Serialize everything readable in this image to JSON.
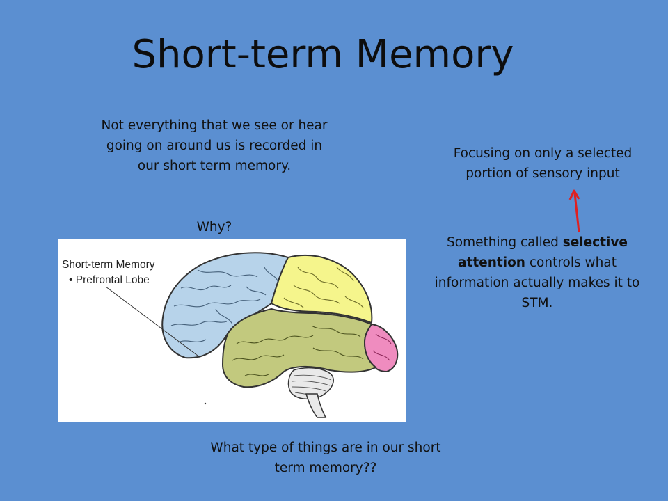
{
  "slide": {
    "title": "Short-term Memory",
    "left_text": "Not everything that we see or hear going on around us is recorded in our short term memory.",
    "why": "Why?",
    "right_top": "Focusing on only a selected portion of sensory input",
    "right_mid_1": "Something called ",
    "right_mid_bold": "selective attention",
    "right_mid_2": " controls what information actually makes it to STM.",
    "bottom": "What type of things are in our short term memory??"
  },
  "diagram": {
    "label_1": "Short-term Memory",
    "label_2": "• Prefrontal Lobe"
  },
  "colors": {
    "background": "#5b8fd1",
    "frontal_lobe": "#b7d3ea",
    "parietal_lobe": "#f5f58c",
    "temporal_lobe": "#c2c97e",
    "occipital_lobe": "#ef8cbf",
    "arrow": "#e02020"
  }
}
